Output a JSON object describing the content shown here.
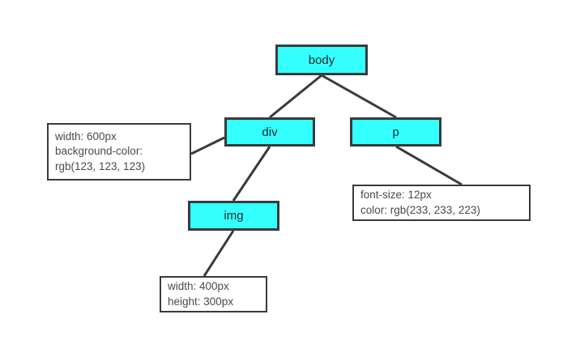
{
  "diagram": {
    "type": "dom-tree",
    "background_color": "#ffffff",
    "node_fill_color": "#33ffff",
    "node_border_color": "#3a3a3a",
    "annotation_fill_color": "#ffffff",
    "edge_color": "#3a3a3a",
    "nodes": [
      {
        "id": "body",
        "label": "body"
      },
      {
        "id": "div",
        "label": "div"
      },
      {
        "id": "p",
        "label": "p"
      },
      {
        "id": "img",
        "label": "img"
      }
    ],
    "edges": [
      {
        "from": "body",
        "to": "div"
      },
      {
        "from": "body",
        "to": "p"
      },
      {
        "from": "div",
        "to": "img"
      },
      {
        "from": "div",
        "to": "annot-div"
      },
      {
        "from": "p",
        "to": "annot-p"
      },
      {
        "from": "img",
        "to": "annot-img"
      }
    ],
    "annotations": [
      {
        "id": "annot-div",
        "for": "div",
        "lines": [
          "width: 600px",
          "background-color:",
          "rgb(123, 123, 123)"
        ]
      },
      {
        "id": "annot-p",
        "for": "p",
        "lines": [
          "font-size: 12px",
          "color: rgb(233, 233, 223)"
        ]
      },
      {
        "id": "annot-img",
        "for": "img",
        "lines": [
          "width: 400px",
          "height: 300px"
        ]
      }
    ]
  }
}
